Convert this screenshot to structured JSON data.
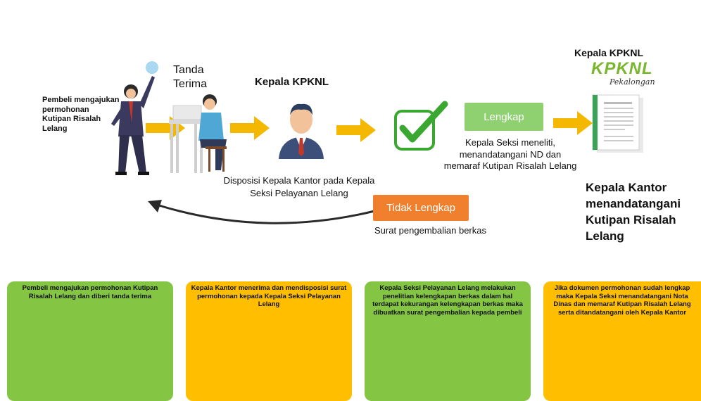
{
  "labels": {
    "pembeli": "Pembeli mengajukan permohonan Kutipan Risalah Lelang",
    "tanda_terima_line1": "Tanda",
    "tanda_terima_line2": "Terima",
    "kepala_kpknl_1": "Kepala KPKNL",
    "kepala_kpknl_2": "Kepala KPKNL",
    "disposisi": "Disposisi Kepala Kantor pada Kepala Seksi Pelayanan Lelang",
    "meneliti": "Kepala Seksi meneliti, menandatangani ND dan memaraf Kutipan Risalah Lelang",
    "ttd_kepala_kantor": "Kepala Kantor menandatangani Kutipan Risalah Lelang",
    "surat_pengembalian": "Surat pengembalian berkas"
  },
  "buttons": {
    "lengkap": "Lengkap",
    "tidak_lengkap": "Tidak Lengkap"
  },
  "logo": {
    "text": "KPKNL",
    "subtext": "Pekalongan"
  },
  "boxes": [
    {
      "text": "Pembeli mengajukan permohonan Kutipan Risalah Lelang dan diberi tanda terima",
      "color": "#84c544"
    },
    {
      "text": "Kepala Kantor menerima dan mendisposisi surat permohonan kepada Kepala Seksi Pelayanan Lelang",
      "color": "#ffbf00"
    },
    {
      "text": "Kepala Seksi Pelayanan Lelang melakukan penelitian kelengkapan berkas dalam hal terdapat kekurangan kelengkapan berkas maka dibuatkan surat pengembalian kepada pembeli",
      "color": "#84c544"
    },
    {
      "text": "Jika dokumen permohonan sudah lengkap maka Kepala Seksi menandatangani Nota Dinas dan memaraf Kutipan Risalah Lelang serta ditandatangani oleh Kepala Kantor",
      "color": "#ffbf00"
    }
  ],
  "colors": {
    "arrow": "#f5b800",
    "green": "#84c544",
    "orange": "#ffbf00",
    "lengkap_btn": "#8fd171",
    "tidak_btn": "#f07f2e",
    "check": "#3aa830"
  },
  "icons": [
    "person-pointing-icon",
    "desk-worker-icon",
    "officer-avatar-icon",
    "checkmark-icon",
    "document-icon",
    "kpknl-logo"
  ]
}
